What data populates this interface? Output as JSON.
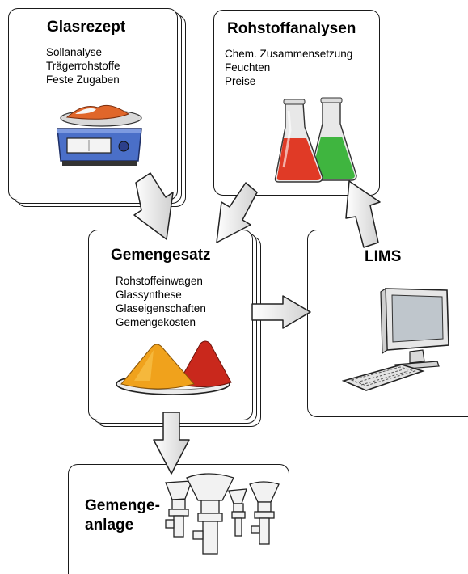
{
  "glasrezept": {
    "title": "Glasrezept",
    "items": [
      "Sollanalyse",
      "Trägerrohstoffe",
      "Feste Zugaben"
    ]
  },
  "rohstoffanalysen": {
    "title": "Rohstoffanalysen",
    "items": [
      "Chem. Zusammensetzung",
      "Feuchten",
      "Preise"
    ]
  },
  "gemengesatz": {
    "title": "Gemengesatz",
    "items": [
      "Rohstoffeinwagen",
      "Glassynthese",
      "Glaseigenschaften",
      "Gemengekosten"
    ]
  },
  "lims": {
    "title": "LIMS"
  },
  "gemengeanlage": {
    "title_line1": "Gemenge-",
    "title_line2": "anlage"
  }
}
